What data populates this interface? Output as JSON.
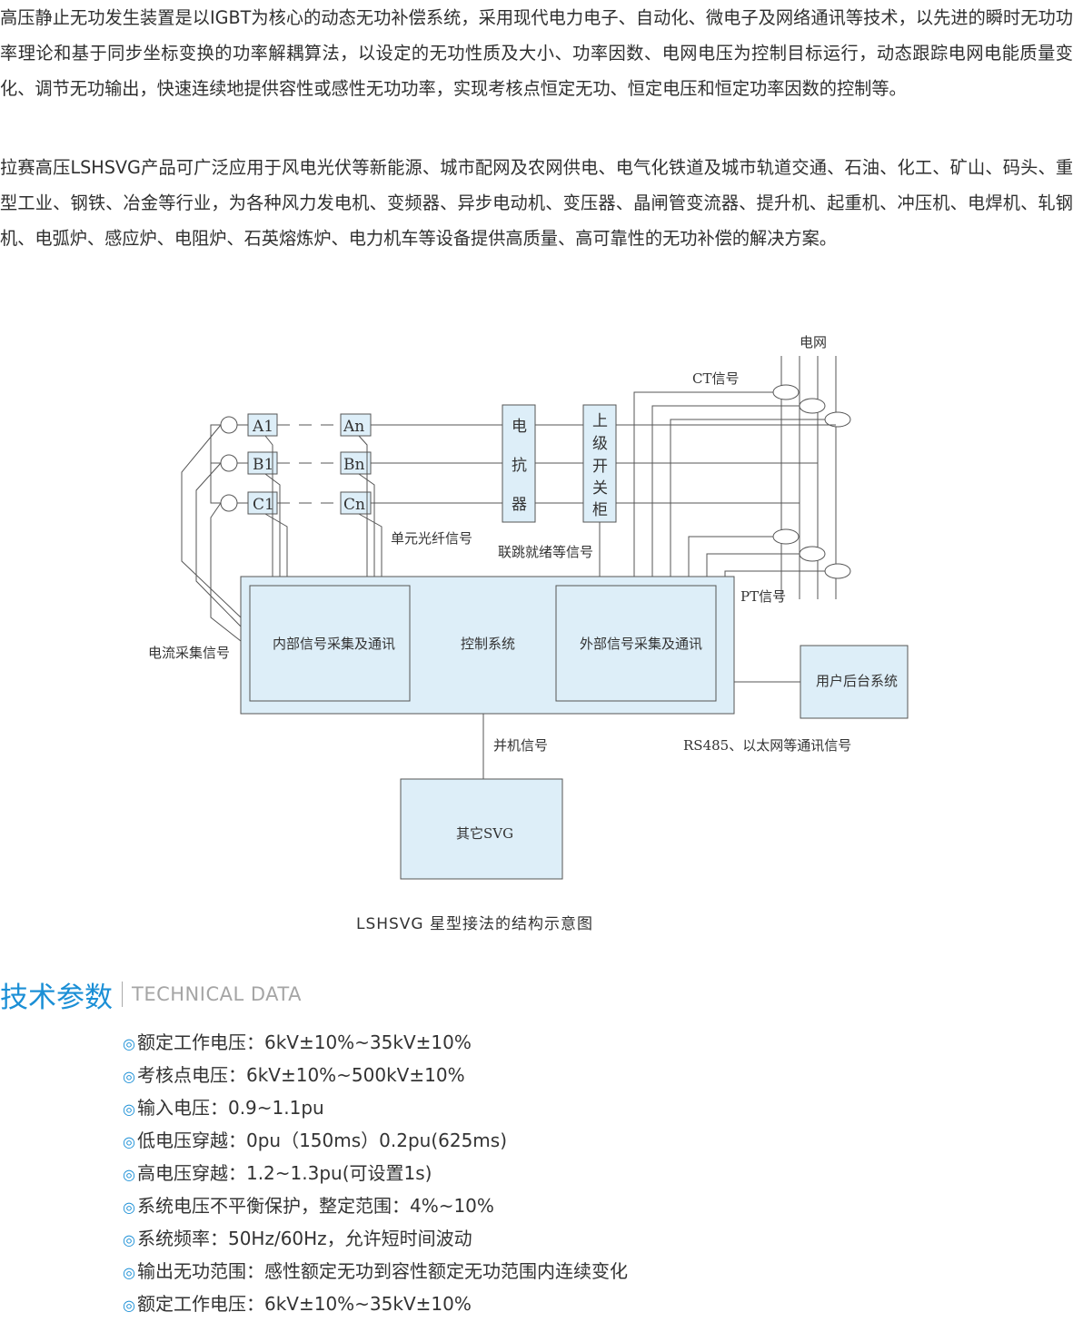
{
  "intro": {
    "p1": "高压静止无功发生装置是以IGBT为核心的动态无功补偿系统，采用现代电力电子、自动化、微电子及网络通讯等技术，以先进的瞬时无功功率理论和基于同步坐标变换的功率解耦算法，以设定的无功性质及大小、功率因数、电网电压为控制目标运行，动态跟踪电网电能质量变化、调节无功输出，快速连续地提供容性或感性无功功率，实现考核点恒定无功、恒定电压和恒定功率因数的控制等。",
    "p2": "拉赛高压LSHSVG产品可广泛应用于风电光伏等新能源、城市配网及农网供电、电气化铁道及城市轨道交通、石油、化工、矿山、码头、重型工业、钢铁、冶金等行业，为各种风力发电机、变频器、异步电动机、变压器、晶闸管变流器、提升机、起重机、冲压机、电焊机、轧钢机、电弧炉、感应炉、电阻炉、石英熔炼炉、电力机车等设备提供高质量、高可靠性的无功补偿的解决方案。"
  },
  "diagram": {
    "grid": "电网",
    "ct_signal": "CT信号",
    "pt_signal": "PT信号",
    "unit_a1": "A1",
    "unit_b1": "B1",
    "unit_c1": "C1",
    "unit_an": "An",
    "unit_bn": "Bn",
    "unit_cn": "Cn",
    "reactor": [
      "电",
      "抗",
      "器"
    ],
    "upper_switch": [
      "上",
      "级",
      "开",
      "关",
      "柜"
    ],
    "fiber_signal": "单元光纤信号",
    "trip_signal": "联跳就绪等信号",
    "current_signal": "电流采集信号",
    "internal_comm": "内部信号采集及通讯",
    "control_system": "控制系统",
    "external_comm": "外部信号采集及通讯",
    "user_backend": "用户后台系统",
    "parallel_signal": "并机信号",
    "rs485": "RS485、以太网等通讯信号",
    "other_svg": "其它SVG",
    "caption": "LSHSVG 星型接法的结构示意图"
  },
  "section": {
    "title_zh": "技术参数",
    "title_en": "TECHNICAL DATA"
  },
  "specs": [
    {
      "bullet": "◎",
      "key": "额定工作电压",
      "sep": "：",
      "value": "6kV±10%~35kV±10%"
    },
    {
      "bullet": "◎",
      "key": "考核点电压",
      "sep": "：",
      "value": "6kV±10%~500kV±10%"
    },
    {
      "bullet": "◎",
      "key": "输入电压",
      "sep": "：",
      "value": "0.9~1.1pu"
    },
    {
      "bullet": "◎",
      "key": "低电压穿越",
      "sep": "：",
      "value": "0pu（150ms）0.2pu(625ms)"
    },
    {
      "bullet": "◎",
      "key": "高电压穿越",
      "sep": "：",
      "value": "1.2~1.3pu(可设置1s)"
    },
    {
      "bullet": "◎",
      "key": "系统电压不平衡保护，整定范围",
      "sep": "：",
      "value": "4%~10%"
    },
    {
      "bullet": "◎",
      "key": "系统频率",
      "sep": "：",
      "value": "50Hz/60Hz，允许短时间波动"
    },
    {
      "bullet": "◎",
      "key": "输出无功范围",
      "sep": "：",
      "value": "感性额定无功到容性额定无功范围内连续变化"
    },
    {
      "bullet": "◎",
      "key": "额定工作电压",
      "sep": "：",
      "value": "6kV±10%~35kV±10%"
    }
  ]
}
